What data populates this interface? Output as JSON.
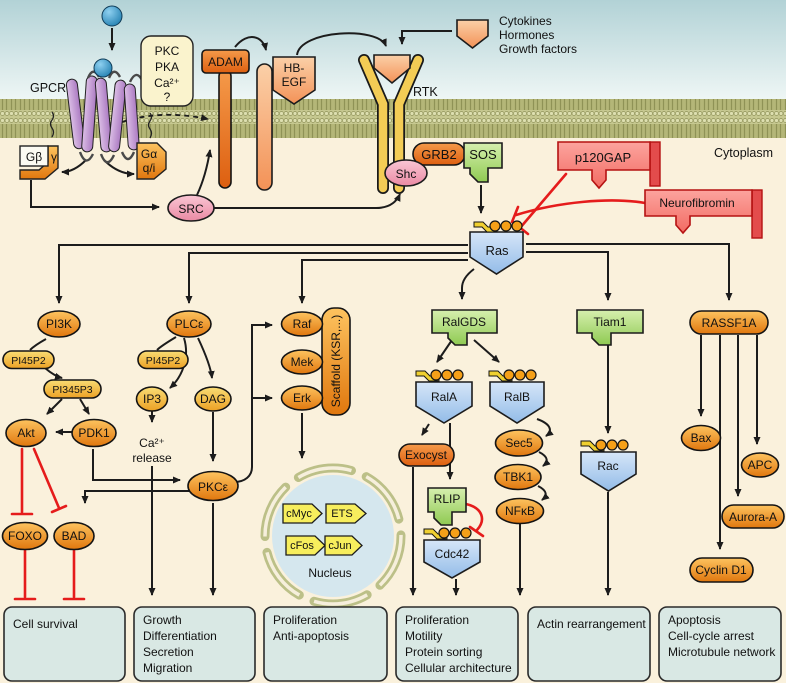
{
  "figure": {
    "region_labels": {
      "cytoplasm": "Cytoplasm",
      "nucleus": "Nucleus",
      "gpcr": "GPCR",
      "rtk": "RTK",
      "ca_release_line1": "Ca²⁺",
      "ca_release_line2": "release"
    },
    "ligand_legend": {
      "lines": [
        "Cytokines",
        "Hormones",
        "Growth factors"
      ]
    },
    "kinase_box_lines": [
      "PKC",
      "PKA",
      "Ca²⁺",
      "?"
    ],
    "nodes": {
      "adam": "ADAM",
      "hb_egf_line1": "HB-",
      "hb_egf_line2": "EGF",
      "grb2": "GRB2",
      "sos": "SOS",
      "shc": "Shc",
      "src": "SRC",
      "g_beta": "Gβ",
      "g_gamma": "γ",
      "g_alpha_line1": "Gα",
      "g_alpha_line2": "q/i",
      "p120gap": "p120GAP",
      "neurofibromin": "Neurofibromin",
      "ras": "Ras",
      "pi3k": "PI3K",
      "pi45p2_a": "PI45P2",
      "pi345p3": "PI345P3",
      "akt": "Akt",
      "pdk1": "PDK1",
      "foxo": "FOXO",
      "bad": "BAD",
      "plce": "PLCε",
      "pi45p2_b": "PI45P2",
      "ip3": "IP3",
      "dag": "DAG",
      "pkce": "PKCε",
      "raf": "Raf",
      "mek": "Mek",
      "erk": "Erk",
      "scaffold": "Scaffold (KSR,...)",
      "ralgds": "RalGDS",
      "rala": "RalA",
      "ralb": "RalB",
      "exocyst": "Exocyst",
      "rlip": "RLIP",
      "cdc42": "Cdc42",
      "sec5": "Sec5",
      "tbk1": "TBK1",
      "nfkb": "NFκB",
      "tiam1": "Tiam1",
      "rac": "Rac",
      "rassf1a": "RASSF1A",
      "bax": "Bax",
      "apc": "APC",
      "aurora_a": "Aurora-A",
      "cyclin_d1": "Cyclin D1"
    },
    "gene_nodes": {
      "cmyc": "cMyc",
      "ets": "ETS",
      "cfos": "cFos",
      "cjun": "cJun"
    },
    "outcome_boxes": [
      {
        "lines": [
          "Cell survival"
        ]
      },
      {
        "lines": [
          "Growth",
          "Differentiation",
          "Secretion",
          "Migration"
        ]
      },
      {
        "lines": [
          "Proliferation",
          "Anti-apoptosis"
        ]
      },
      {
        "lines": [
          "Proliferation",
          "Motility",
          "Protein sorting",
          "Cellular architecture"
        ]
      },
      {
        "lines": [
          "Actin rearrangement"
        ]
      },
      {
        "lines": [
          "Apoptosis",
          "Cell-cycle arrest",
          "Microtubule network"
        ]
      }
    ],
    "colors": {
      "membrane": "#c3c68f",
      "cytoplasm": "#faf1dc",
      "sky_top": "#b2d2d6",
      "node_orange": "#f0941e",
      "node_gold": "#f2c23e",
      "gef_green": "#a9d878",
      "gtpase_blue": "#aecdf0",
      "inhibitor_red": "#fa8f8f",
      "adaptor_pink": "#f2a4ba",
      "outcome_box": "#d9e8e4",
      "nucleus_fill": "#d5e7ee",
      "gene_yellow": "#f7ee5d",
      "inhibition_line": "#e51c1c",
      "receptor_gold": "#f3cc55",
      "gpcr_purple": "#c7a3d6",
      "ligand_peach": "#f8ab74"
    }
  }
}
